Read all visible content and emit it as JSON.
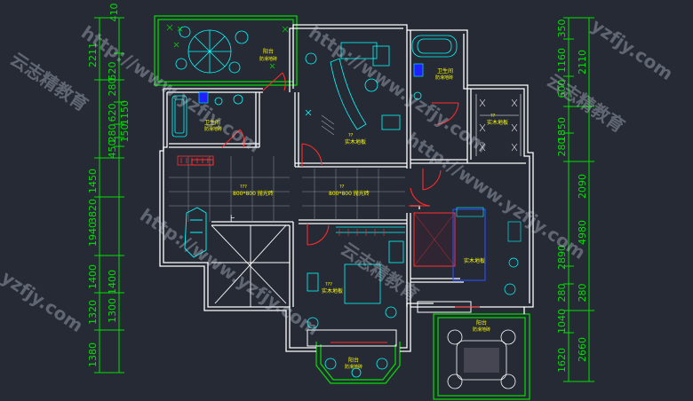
{
  "left_dims": {
    "outer": [
      "2211",
      "1450",
      "3820",
      "1940",
      "1400",
      "1320",
      "1380"
    ],
    "inner": [
      "280",
      "520",
      "620",
      "1150",
      "280",
      "150",
      "450",
      "1400",
      "1300"
    ],
    "top_marker": "410"
  },
  "right_dims": {
    "outer": [
      "2110",
      "2090",
      "4980",
      "280"
    ],
    "inner": [
      "350",
      "1160",
      "600",
      "1850",
      "280",
      "2890",
      "280",
      "1040",
      "2660",
      "1620"
    ]
  },
  "rooms": {
    "balcony_top": {
      "name": "阳台",
      "floor": "防滑地砖"
    },
    "bath_left": {
      "name": "卫生间",
      "floor": "防滑地砖"
    },
    "bath_right": {
      "name": "卫生间",
      "floor": "防滑地砖"
    },
    "bedroom_top": {
      "tag": "??",
      "floor": "实木地板"
    },
    "closet": {
      "tag": "??",
      "floor": "实木地板"
    },
    "hall_left": {
      "tag": "???",
      "floor": "800*800 抛光砖"
    },
    "hall_right": {
      "tag": "??",
      "floor": "800*800 抛光砖"
    },
    "bedroom_center": {
      "tag": "???",
      "floor": "实木地板"
    },
    "master_bedroom": {
      "floor": "实木地板"
    },
    "balcony_bottom_left": {
      "name": "阳台",
      "floor": "防滑地砖"
    },
    "balcony_bottom_right": {
      "name": "阳台",
      "floor": "防滑地砖"
    }
  },
  "stair_label": "上",
  "watermarks": {
    "brand": "云志精教育",
    "url": "http://www.yzfjy.com",
    "short": "yzfjy.com"
  },
  "colors": {
    "background": "#262a35",
    "dimension": "#00e000",
    "wall": "#ffffff",
    "label": "#ffff00",
    "door": "#ff2020",
    "furniture": "#00ffff"
  }
}
